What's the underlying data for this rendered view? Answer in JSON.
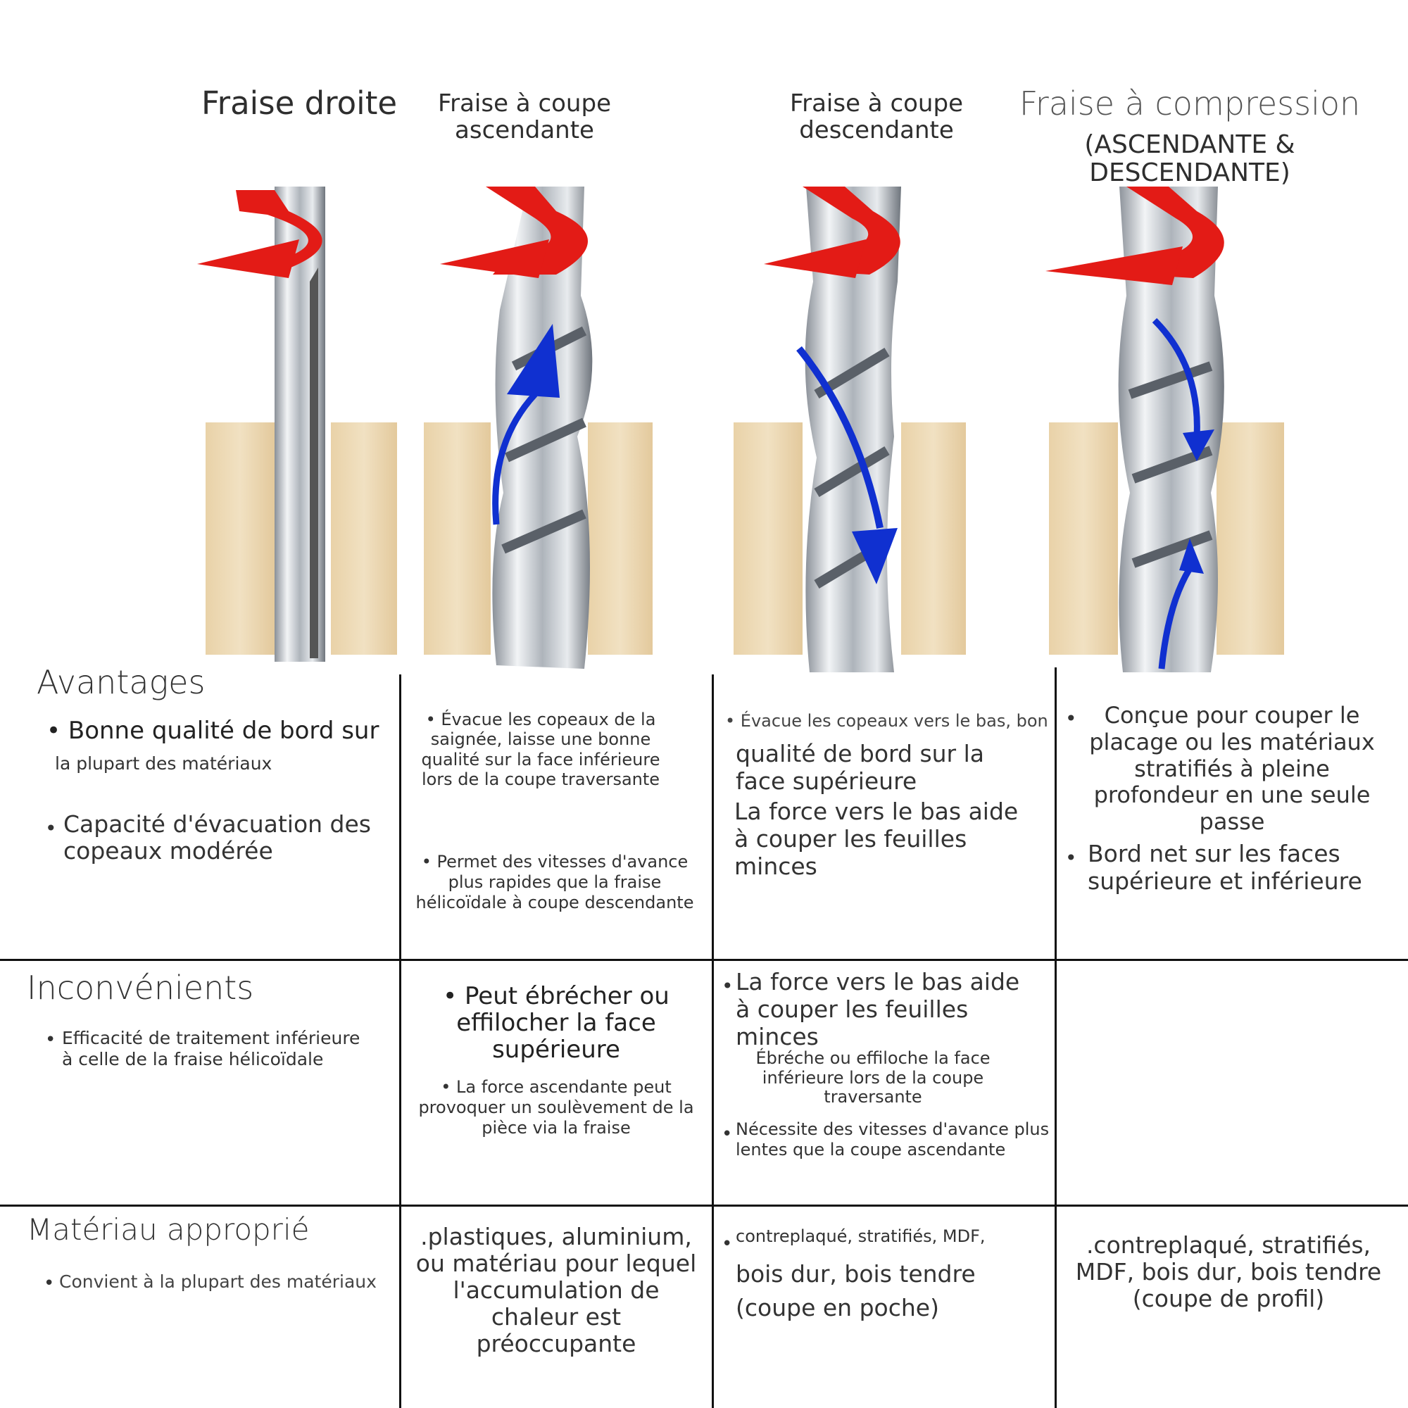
{
  "columns": [
    {
      "title": "Fraise droite"
    },
    {
      "title": "Fraise à coupe ascendante"
    },
    {
      "title": "Fraise à coupe descendante"
    },
    {
      "title": "Fraise à compression",
      "subtitle": "(ASCENDANTE & DESCENDANTE)"
    }
  ],
  "rows": {
    "avantages": {
      "label": "Avantages",
      "col1": [
        "Bonne qualité de bord sur",
        "la plupart des matériaux",
        "Capacité d'évacuation des copeaux modérée"
      ],
      "col2": [
        "Évacue les copeaux de la saignée, laisse une bonne qualité sur la face inférieure lors de la coupe traversante",
        "Permet des vitesses d'avance plus rapides que la fraise hélicoïdale à coupe descendante"
      ],
      "col3": [
        "Évacue les copeaux vers le bas, bon",
        "qualité de bord sur la face supérieure",
        "La force vers le bas aide à couper les feuilles minces"
      ],
      "col4": [
        "Conçue pour couper le placage ou les matériaux stratifiés à pleine profondeur en une seule passe",
        "Bord net sur les faces supérieure et inférieure"
      ]
    },
    "inconvenients": {
      "label": "Inconvénients",
      "col1": [
        "Efficacité de traitement inférieure à celle de la fraise hélicoïdale"
      ],
      "col2": [
        "Peut ébrécher ou effilocher la face supérieure",
        "La force ascendante peut provoquer un soulèvement de la pièce via la fraise"
      ],
      "col3": [
        "La force vers le bas aide à couper les feuilles minces",
        "Ébréche ou effiloche la face inférieure lors de la coupe traversante",
        "Nécessite des vitesses d'avance plus lentes que la coupe ascendante"
      ]
    },
    "materiau": {
      "label": "Matériau approprié",
      "col1": [
        "Convient à la plupart des matériaux"
      ],
      "col2": [
        ".plastiques, aluminium, ou matériau pour lequel l'accumulation de chaleur est préoccupante"
      ],
      "col3": [
        "contreplaqué, stratifiés, MDF,",
        "bois dur, bois tendre",
        "(coupe en poche)"
      ],
      "col4": [
        ".contreplaqué, stratifiés, MDF, bois dur, bois tendre (coupe de profil)"
      ]
    }
  },
  "colors": {
    "rotation_arrow": "#e31b16",
    "chip_arrow": "#1030d0",
    "wood": "#ead7b2",
    "bit": "#cfd3d8"
  }
}
